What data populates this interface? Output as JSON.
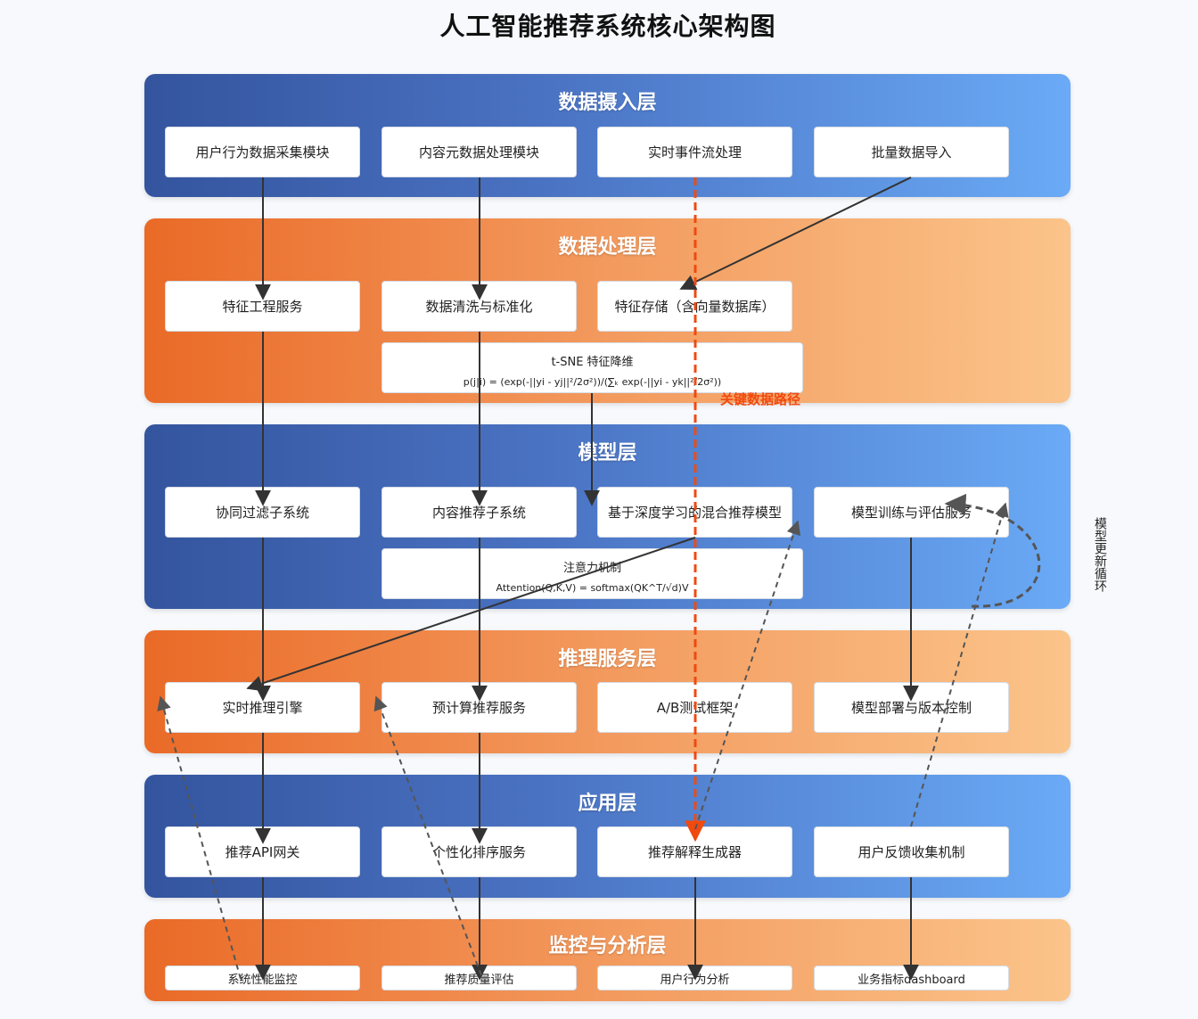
{
  "title": "人工智能推荐系统核心架构图",
  "layers": {
    "ingest": {
      "title": "数据摄入层",
      "boxes": [
        "用户行为数据采集模块",
        "内容元数据处理模块",
        "实时事件流处理",
        "批量数据导入"
      ]
    },
    "process": {
      "title": "数据处理层",
      "boxes": [
        "特征工程服务",
        "数据清洗与标准化",
        "特征存储（含向量数据库）"
      ],
      "formula_title": "t-SNE 特征降维",
      "formula": "p(j|i) = (exp(-||yi - yj||²/2σ²))/(∑ₖ exp(-||yi - yk||²/2σ²))"
    },
    "model": {
      "title": "模型层",
      "boxes": [
        "协同过滤子系统",
        "内容推荐子系统",
        "基于深度学习的混合推荐模型",
        "模型训练与评估服务"
      ],
      "formula_title": "注意力机制",
      "formula": "Attention(Q,K,V) = softmax(QK^T/√d)V"
    },
    "serving": {
      "title": "推理服务层",
      "boxes": [
        "实时推理引擎",
        "预计算推荐服务",
        "A/B测试框架",
        "模型部署与版本控制"
      ]
    },
    "app": {
      "title": "应用层",
      "boxes": [
        "推荐API网关",
        "个性化排序服务",
        "推荐解释生成器",
        "用户反馈收集机制"
      ]
    },
    "monitor": {
      "title": "监控与分析层",
      "boxes": [
        "系统性能监控",
        "推荐质量评估",
        "用户行为分析",
        "业务指标dashboard"
      ]
    }
  },
  "labels": {
    "critical_path": "关键数据路径",
    "update_loop": "模型更新循环"
  },
  "colors": {
    "blue_layer_start": "#34549e",
    "blue_layer_end": "#6aaaf6",
    "orange_layer_start": "#ea6a27",
    "orange_layer_end": "#fbc48a",
    "critical_path": "#f04a10",
    "arrow": "#333333",
    "feedback_arrow": "#555555"
  }
}
